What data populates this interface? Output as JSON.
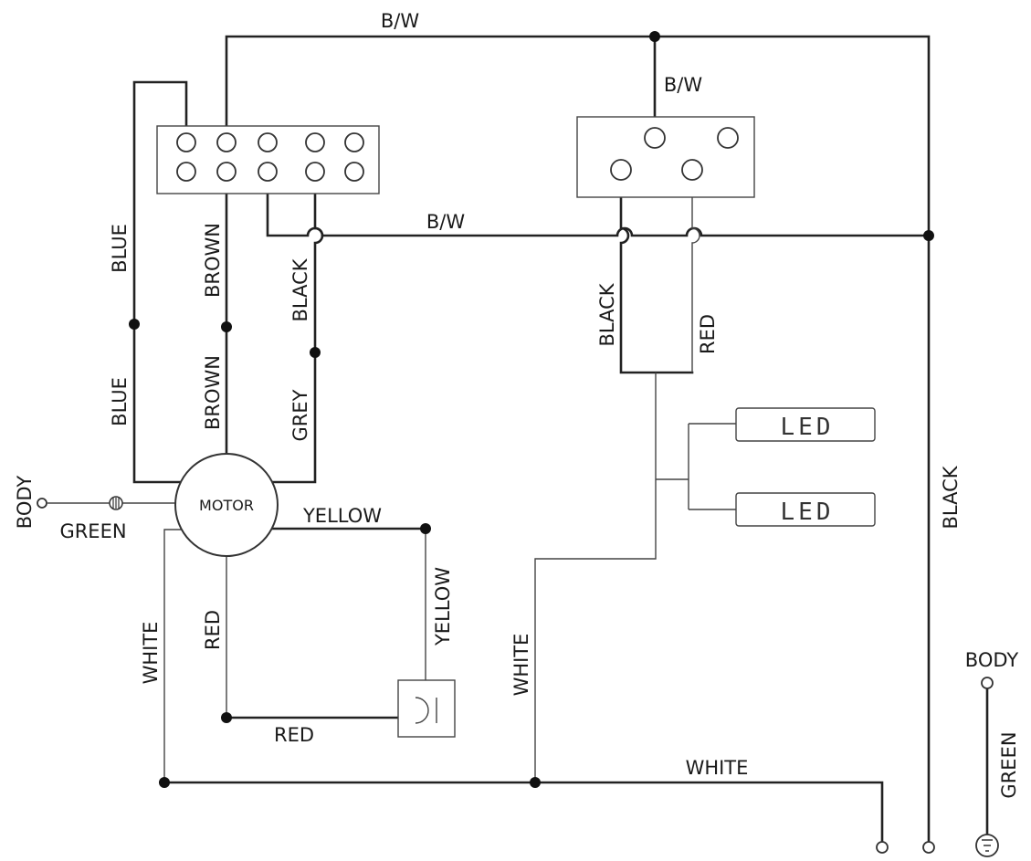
{
  "wires": {
    "bw_top": "B/W",
    "bw_down": "B/W",
    "bw_mid": "B/W",
    "blue_upper": "BLUE",
    "blue_lower": "BLUE",
    "brown_upper": "BROWN",
    "brown_lower": "BROWN",
    "black_upper": "BLACK",
    "grey": "GREY",
    "black_sw": "BLACK",
    "red_sw": "RED",
    "black_right": "BLACK",
    "yellow_h": "YELLOW",
    "yellow_v": "YELLOW",
    "red_v": "RED",
    "red_h": "RED",
    "white_left": "WHITE",
    "white_mid": "WHITE",
    "white_bottom": "WHITE",
    "green_left": "GREEN",
    "green_right": "GREEN"
  },
  "components": {
    "motor": "MOTOR",
    "led_1": "LED",
    "led_2": "LED",
    "body_left": "BODY",
    "body_right": "BODY"
  }
}
